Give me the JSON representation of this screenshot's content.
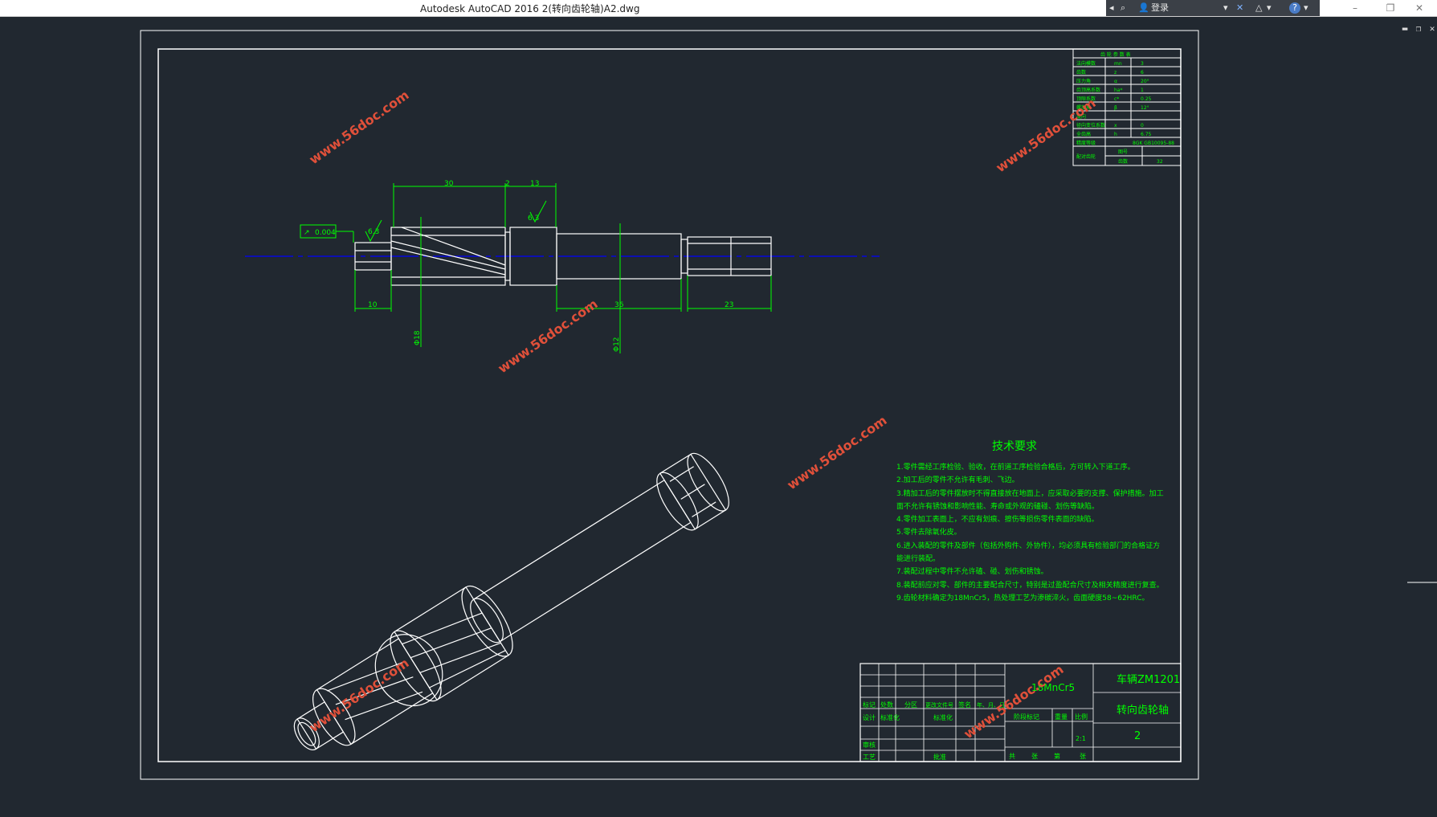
{
  "window": {
    "title": "Autodesk AutoCAD 2016    2(转向齿轮轴)A2.dwg",
    "sign_in": "登录",
    "controls": {
      "minimize": "–",
      "restore": "❐",
      "close": "✕"
    },
    "viewport_controls": {
      "minimize": "▬",
      "restore": "❐",
      "close": "✕"
    }
  },
  "toolbar": {
    "icons": [
      "scroll-left-icon",
      "binoculars-icon",
      "user-icon",
      "dropdown-icon",
      "exchange-icon",
      "a360-icon",
      "help-icon"
    ],
    "help": "?"
  },
  "colors": {
    "background": "#212830",
    "border": "#ffffff",
    "geometry": "#ffffff",
    "dimension": "#00ff00",
    "centerline": "#0000ff",
    "watermark": "#e0503a",
    "title_text": "#00ff00"
  },
  "watermark": "www.56doc.com",
  "drawing": {
    "dimensions": {
      "d30": "30",
      "d2": "2",
      "d13": "13",
      "d10": "10",
      "d36": "36",
      "d23": "23",
      "dia18": "Φ18",
      "dia12": "Φ12",
      "runout": "0.004",
      "ra1": "6.3",
      "ra2": "6.3"
    },
    "tech_req": {
      "title": "技术要求",
      "lines": [
        "1.零件需经工序检验、验收，在前道工序检验合格后，方可转入下道工序。",
        "2.加工后的零件不允许有毛刺、飞边。",
        "3.精加工后的零件摆放时不得直接放在地面上，应采取必要的支撑、保护措施。加工",
        "面不允许有锈蚀和影响性能、寿命或外观的磕碰、划伤等缺陷。",
        "4.零件加工表面上，不应有划痕、擦伤等损伤零件表面的缺陷。",
        "5.零件去除氧化皮。",
        "6.进入装配的零件及部件（包括外购件、外协件），均必须具有检验部门的合格证方",
        "能进行装配。",
        "7.装配过程中零件不允许磕、碰、划伤和锈蚀。",
        "8.装配前应对零、部件的主要配合尺寸，特别是过盈配合尺寸及相关精度进行复查。",
        "9.齿轮材料确定为18MnCr5，热处理工艺为渗碳淬火，齿面硬度58~62HRC。"
      ]
    },
    "gear_table": {
      "header": "齿 轮 参 数 表",
      "rows": [
        [
          "法向模数",
          "mn",
          "3"
        ],
        [
          "齿数",
          "z",
          "6"
        ],
        [
          "压力角",
          "α",
          "20°"
        ],
        [
          "齿顶高系数",
          "ha*",
          "1"
        ],
        [
          "顶隙系数",
          "c*",
          "0.25"
        ],
        [
          "螺旋角",
          "β",
          "12°"
        ],
        [
          "旋向",
          "",
          ""
        ],
        [
          "径向变位系数",
          "x",
          "0"
        ],
        [
          "全齿高",
          "h",
          "6.75"
        ],
        [
          "精度等级",
          "",
          "8GK GB10095-88"
        ]
      ],
      "mating_label": "配对齿轮",
      "mating_rows": [
        "图号",
        "齿数"
      ],
      "mating_value": "32"
    },
    "title_block": {
      "material": "18MnCr5",
      "company": "车辆ZM1201",
      "part_name": "转向齿轮轴",
      "drawing_no": "2",
      "scale": "2:1",
      "row_labels": [
        "标记",
        "处数",
        "分区",
        "更改文件号",
        "签名",
        "年、月、日"
      ],
      "roles": {
        "design": "设计",
        "std": "标准化",
        "std2": "标准化",
        "review": "审核",
        "process": "工艺",
        "approve": "批准"
      },
      "stage": "阶段标记",
      "weight": "重量",
      "scale_label": "比例",
      "sheets": [
        "共",
        "张",
        "第",
        "张"
      ]
    }
  }
}
